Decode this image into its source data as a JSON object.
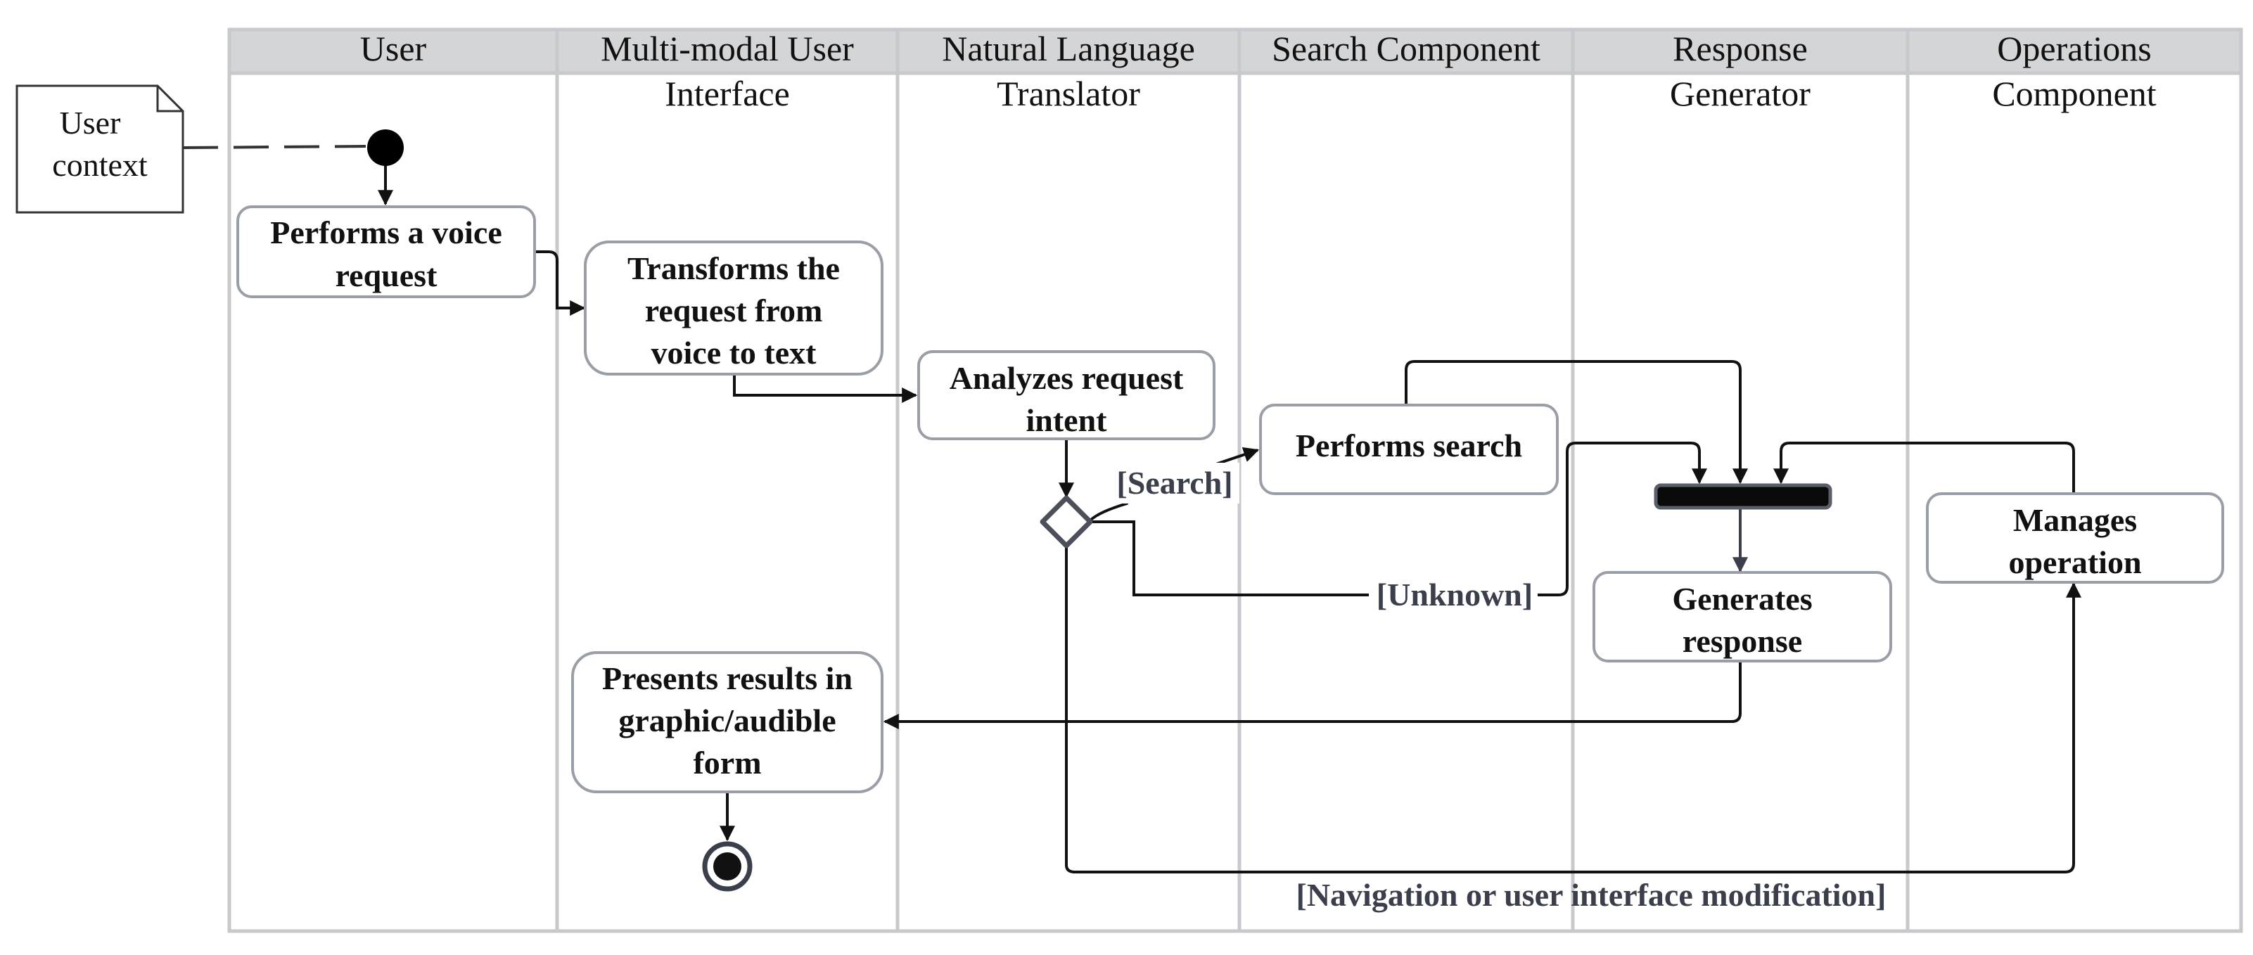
{
  "lanes": [
    {
      "id": "user",
      "title": [
        "User"
      ]
    },
    {
      "id": "multimodal-ui",
      "title": [
        "Multi-modal User",
        "Interface"
      ]
    },
    {
      "id": "nl-translator",
      "title": [
        "Natural Language",
        "Translator"
      ]
    },
    {
      "id": "search",
      "title": [
        "Search Component"
      ]
    },
    {
      "id": "response",
      "title": [
        "Response",
        "Generator"
      ]
    },
    {
      "id": "operations",
      "title": [
        "Operations",
        "Component"
      ]
    }
  ],
  "note": {
    "text": [
      "User",
      "context"
    ]
  },
  "actions": [
    {
      "id": "voice-request",
      "lane": "user",
      "text": [
        "Performs a voice",
        "request"
      ]
    },
    {
      "id": "transform",
      "lane": "multimodal-ui",
      "text": [
        "Transforms the",
        "request from",
        "voice to text"
      ]
    },
    {
      "id": "analyze",
      "lane": "nl-translator",
      "text": [
        "Analyzes request",
        "intent"
      ]
    },
    {
      "id": "search",
      "lane": "search",
      "text": [
        "Performs search"
      ]
    },
    {
      "id": "generate",
      "lane": "response",
      "text": [
        "Generates",
        "response"
      ]
    },
    {
      "id": "manage",
      "lane": "operations",
      "text": [
        "Manages",
        "operation"
      ]
    },
    {
      "id": "present",
      "lane": "multimodal-ui",
      "text": [
        "Presents results in",
        "graphic/audible",
        "form"
      ]
    }
  ],
  "guards": {
    "search": "[Search]",
    "unknown": "[Unknown]",
    "navigation": "[Navigation or user interface modification]"
  },
  "colors": {
    "lane_header": "#d4d5d7",
    "lane_border": "#c8c9cc",
    "node_border": "#9a9ea6",
    "edge": "#111111",
    "decision": "#4a4f5a",
    "fork_bar": "#0a0a0a",
    "guard_text": "#3a3f4b"
  }
}
